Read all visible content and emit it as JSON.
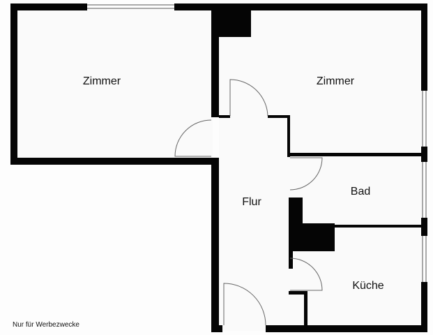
{
  "colors": {
    "wall": "#050505",
    "floor": "#fafafa",
    "background": "#fdfdfd",
    "window": "#555555",
    "door_arc": "#666666"
  },
  "rooms": [
    {
      "id": "zimmer-1",
      "label": "Zimmer"
    },
    {
      "id": "zimmer-2",
      "label": "Zimmer"
    },
    {
      "id": "flur",
      "label": "Flur"
    },
    {
      "id": "bad",
      "label": "Bad"
    },
    {
      "id": "kueche",
      "label": "Küche"
    }
  ],
  "footer": {
    "note": "Nur für Werbezwecke"
  }
}
